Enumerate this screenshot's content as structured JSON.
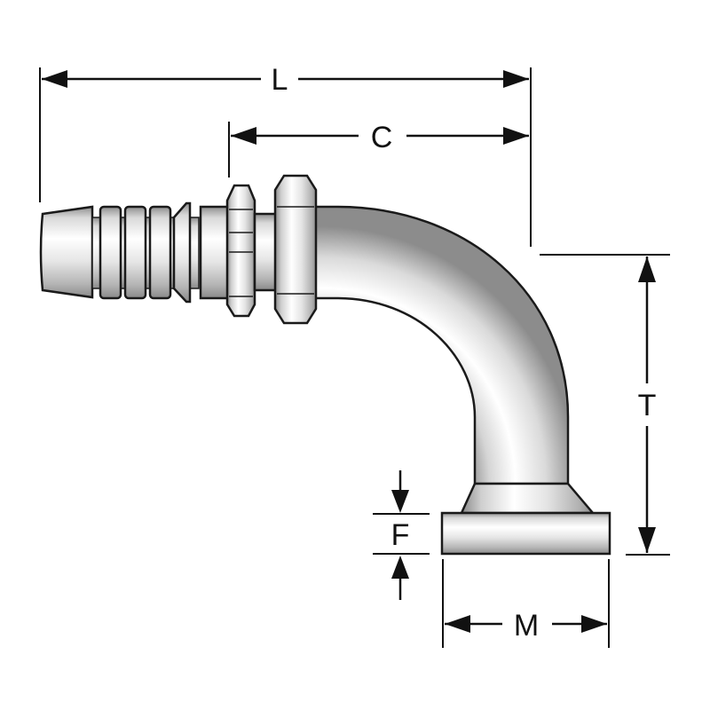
{
  "dimensions": {
    "L": "L",
    "C": "C",
    "T": "T",
    "F": "F",
    "M": "M"
  },
  "colors": {
    "line": "#111111",
    "metal_light": "#f7f7f7",
    "metal_mid": "#d6d6d6",
    "metal_dark": "#9a9a9a"
  }
}
